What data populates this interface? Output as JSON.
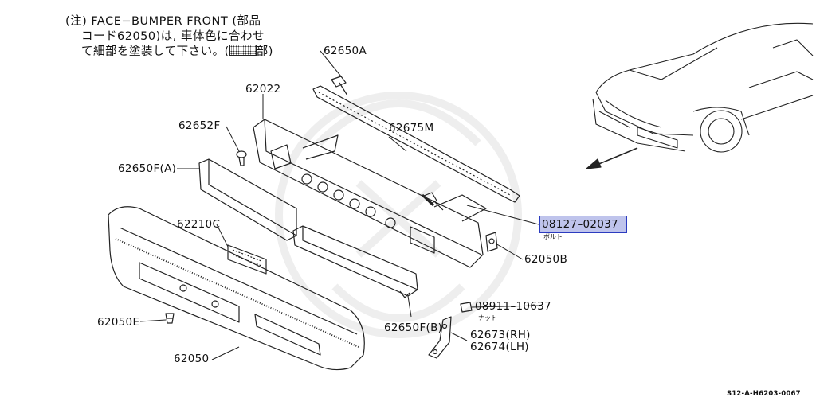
{
  "note": {
    "line1": "(注) FACE−BUMPER FRONT (部品",
    "line2": "コード62050)は, 車体色に合わせ",
    "line3a": "て細部を塗装して下さい。(",
    "line3b": "部)"
  },
  "parts": [
    {
      "id": "62650A",
      "label": "62650A"
    },
    {
      "id": "62022",
      "label": "62022"
    },
    {
      "id": "62652F",
      "label": "62652F"
    },
    {
      "id": "62675M",
      "label": "62675M"
    },
    {
      "id": "62650F_A",
      "label": "62650F(A)"
    },
    {
      "id": "62210C",
      "label": "62210C"
    },
    {
      "id": "08127-02037",
      "label": "08127–02037",
      "sublabel": "ボルト",
      "highlighted": true
    },
    {
      "id": "62050B",
      "label": "62050B"
    },
    {
      "id": "08911-10637",
      "label": "08911–10637",
      "sublabel": "ナット"
    },
    {
      "id": "62050E",
      "label": "62050E"
    },
    {
      "id": "62650F_B",
      "label": "62650F(B)"
    },
    {
      "id": "62673RH",
      "label": "62673(RH)"
    },
    {
      "id": "62674LH",
      "label": "62674(LH)"
    },
    {
      "id": "62050",
      "label": "62050"
    }
  ],
  "highlight_color": "#bfc4ec",
  "reference_code": "S12-A-H6203-0067"
}
